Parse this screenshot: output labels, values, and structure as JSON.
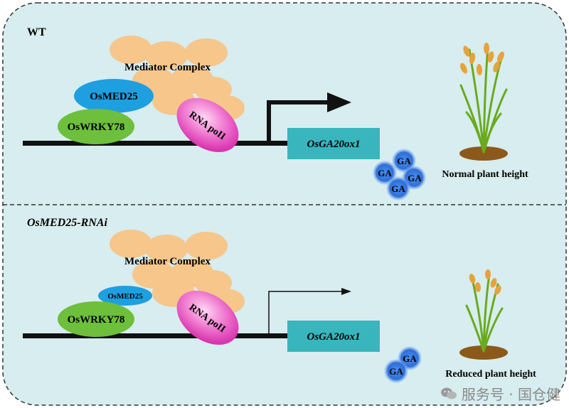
{
  "colors": {
    "background": "#d7edef",
    "border": "#333333",
    "mediator": "#f6c68b",
    "osmed25": "#1e9fe0",
    "oswrky78": "#6dbf3c",
    "rna_pol": "#e74fc0",
    "gene_box": "#39b5bd",
    "ga": "#2f7fe0",
    "soil": "#8b5a1a",
    "plant_green": "#6aaa1e",
    "grain": "#e8a23c"
  },
  "panels": [
    {
      "title": "WT",
      "mediator_label": "Mediator Complex",
      "osmed25_label": "OsMED25",
      "oswrky78_label": "OsWRKY78",
      "rna_pol_label": "RNA poII",
      "gene_label": "OsGA20ox1",
      "ga_labels": [
        "GA",
        "GA",
        "GA",
        "GA"
      ],
      "phenotype_label": "Normal plant height",
      "arrow_strength": "strong",
      "plant_icon": "tall-rice-plant-icon"
    },
    {
      "title": "OsMED25-RNAi",
      "mediator_label": "Mediator Complex",
      "osmed25_label": "OsMED25",
      "oswrky78_label": "OsWRKY78",
      "rna_pol_label": "RNA poII",
      "gene_label": "OsGA20ox1",
      "ga_labels": [
        "GA",
        "GA"
      ],
      "phenotype_label": "Reduced plant height",
      "arrow_strength": "weak",
      "plant_icon": "short-rice-plant-icon"
    }
  ],
  "watermark": {
    "text": "服务号 · 国仓健",
    "icon": "wechat-logo-icon"
  }
}
